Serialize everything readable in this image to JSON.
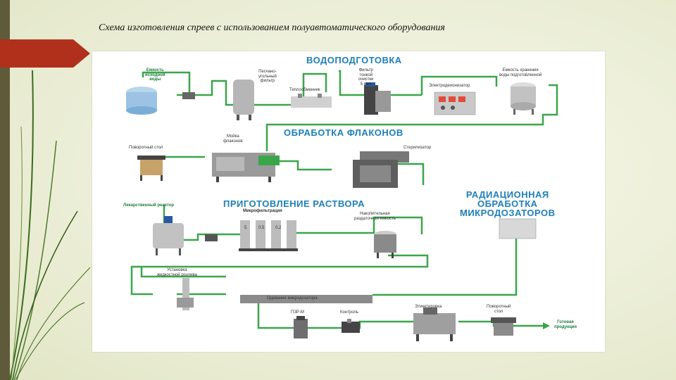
{
  "slide": {
    "title": "Схема изготовления спреев с использованием полуавтоматического оборудования"
  },
  "sections": {
    "water": "ВОДОПОДГОТОВКА",
    "flacons": "ОБРАБОТКА ФЛАКОНОВ",
    "solution": "ПРИГОТОВЛЕНИЕ РАСТВОРА",
    "radiation": "РАДИАЦИОННАЯ\nОБРАБОТКА\nМИКРОДОЗАТОРОВ"
  },
  "labels": {
    "source_water_tank": "Емкость\nисходной\nводы",
    "sand_coal_filter": "Песчано-\nугольный\nфильтр",
    "heat_exchanger": "Теплообменник",
    "fine_filter": "Фильтр\nтонкой\nочистки\n5 мкм",
    "electrodeionizer": "Электродеионизатор",
    "prepared_water_tank": "Емкость хранения\nводы подготовленной",
    "bottle_washer": "Мойка\nфлаконов",
    "rotary_table": "Поворотный стол",
    "sterilizer": "Стерилизатор",
    "drug_reactor": "Лекарственный реактор",
    "microfiltration": "Микрофильтрация",
    "storage_tank": "Накопительная\nраздаточная емкость",
    "filling_unit": "Установка\nжидкостной розлива",
    "dispenser_assembly": "Одевание микродозатора",
    "pzr_m": "ПЗР-М",
    "control": "Контроль",
    "labeling": "Этикетировка",
    "rotary_table_2": "Поворотный\nстол",
    "finished_product": "Готовая\nпродукция",
    "filter_a": "5",
    "filter_b": "0,5",
    "filter_c": "0,2"
  },
  "colors": {
    "pipe_green": "#3aa64a",
    "section_blue": "#1d7fb8",
    "accent_red": "#b0301c",
    "sidebar": "#5f5a3a"
  }
}
